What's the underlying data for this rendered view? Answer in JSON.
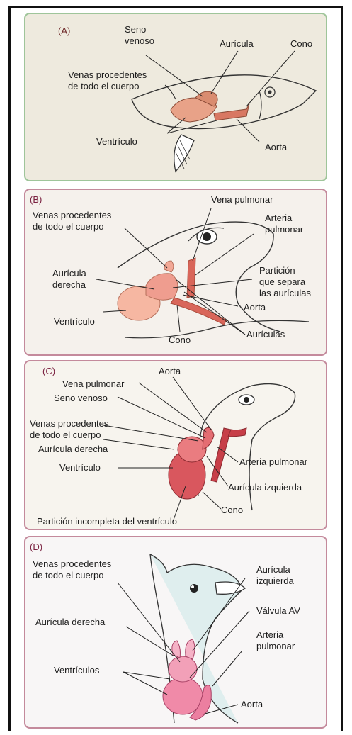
{
  "panel_a": {
    "tag": "(A)",
    "labels": {
      "seno_venoso": "Seno\nvenoso",
      "auricula": "Aurícula",
      "cono": "Cono",
      "venas": "Venas procedentes\nde todo el cuerpo",
      "ventriculo": "Ventrículo",
      "aorta": "Aorta"
    }
  },
  "panel_b": {
    "tag": "(B)",
    "labels": {
      "vena_pulmonar": "Vena pulmonar",
      "venas": "Venas procedentes\nde todo el cuerpo",
      "arteria_pulmonar": "Arteria\npulmonar",
      "auricula_derecha": "Aurícula\nderecha",
      "particion": "Partición\nque separa\nlas aurículas",
      "aorta": "Aorta",
      "ventriculo": "Ventrículo",
      "cono": "Cono",
      "auriculas": "Aurículas"
    }
  },
  "panel_c": {
    "tag": "(C)",
    "labels": {
      "aorta": "Aorta",
      "vena_pulmonar": "Vena pulmonar",
      "seno_venoso": "Seno venoso",
      "venas": "Venas procedentes\nde todo el cuerpo",
      "auricula_derecha": "Aurícula derecha",
      "ventriculo": "Ventrículo",
      "arteria_pulmonar": "Arteria pulmonar",
      "auricula_izquierda": "Aurícula izquierda",
      "cono": "Cono",
      "particion": "Partición incompleta del ventrículo"
    }
  },
  "panel_d": {
    "tag": "(D)",
    "labels": {
      "venas": "Venas procedentes\nde todo el cuerpo",
      "auricula_izquierda": "Aurícula\nizquierda",
      "valvula": "Válvula AV",
      "auricula_derecha": "Aurícula derecha",
      "arteria_pulmonar": "Arteria\npulmonar",
      "ventriculos": "Ventrículos",
      "aorta": "Aorta"
    }
  }
}
